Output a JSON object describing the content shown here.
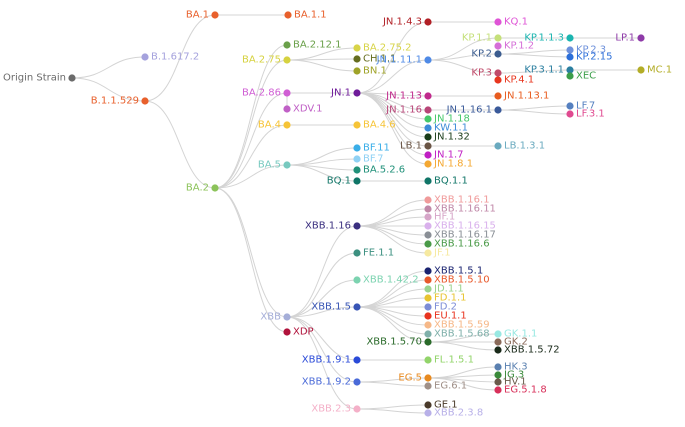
{
  "diagram": {
    "root": "Origin Strain",
    "nodes": [
      {
        "id": "Origin Strain",
        "label": "Origin Strain",
        "color": "#6b6b6b",
        "parent": null,
        "label_side": "left"
      },
      {
        "id": "BA.1",
        "label": "BA.1",
        "color": "#e8602c",
        "parent": "B.1.1.529",
        "label_side": "left"
      },
      {
        "id": "BA.1.1",
        "label": "BA.1.1",
        "color": "#e8602c",
        "parent": "BA.1",
        "label_side": "right"
      },
      {
        "id": "B.1.617.2",
        "label": "B.1.617.2",
        "color": "#a5a2dd",
        "parent": "Origin Strain",
        "label_side": "right"
      },
      {
        "id": "B.1.1.529",
        "label": "B.1.1.529",
        "color": "#e8602c",
        "parent": "Origin Strain",
        "label_side": "left"
      },
      {
        "id": "BA.2",
        "label": "BA.2",
        "color": "#8cc35a",
        "parent": "B.1.1.529",
        "label_side": "left"
      },
      {
        "id": "BA.2.12.1",
        "label": "BA.2.12.1",
        "color": "#6aa04a",
        "parent": "BA.2",
        "label_side": "right"
      },
      {
        "id": "BA.2.75",
        "label": "BA.2.75",
        "color": "#d6d240",
        "parent": "BA.2",
        "label_side": "left"
      },
      {
        "id": "BA.2.75.2",
        "label": "BA.2.75.2",
        "color": "#d8d448",
        "parent": "BA.2.75",
        "label_side": "right"
      },
      {
        "id": "CH.1.1",
        "label": "CH.1.1",
        "color": "#656d1f",
        "parent": "BA.2.75",
        "label_side": "right"
      },
      {
        "id": "BN.1",
        "label": "BN.1",
        "color": "#9fa328",
        "parent": "BA.2.75",
        "label_side": "right"
      },
      {
        "id": "BA.2.86",
        "label": "BA.2.86",
        "color": "#d05fd4",
        "parent": "BA.2",
        "label_side": "left"
      },
      {
        "id": "JN.1",
        "label": "JN.1",
        "color": "#6f1c9a",
        "parent": "BA.2.86",
        "label_side": "left"
      },
      {
        "id": "XDV.1",
        "label": "XDV.1",
        "color": "#c060c6",
        "parent": "BA.2.86",
        "label_side": "right"
      },
      {
        "id": "BA.4",
        "label": "BA.4",
        "color": "#f6c437",
        "parent": "BA.2",
        "label_side": "left"
      },
      {
        "id": "BA.4.6",
        "label": "BA.4.6",
        "color": "#f6c437",
        "parent": "BA.4",
        "label_side": "right"
      },
      {
        "id": "BA.5",
        "label": "BA.5",
        "color": "#78c9bf",
        "parent": "BA.2",
        "label_side": "left"
      },
      {
        "id": "BF.11",
        "label": "BF.11",
        "color": "#3aaee8",
        "parent": "BA.5",
        "label_side": "right"
      },
      {
        "id": "BF.7",
        "label": "BF.7",
        "color": "#8fd1f4",
        "parent": "BA.5",
        "label_side": "right"
      },
      {
        "id": "BA.5.2.6",
        "label": "BA.5.2.6",
        "color": "#21917a",
        "parent": "BA.5",
        "label_side": "right"
      },
      {
        "id": "BQ.1",
        "label": "BQ.1",
        "color": "#107567",
        "parent": "BA.5",
        "label_side": "left"
      },
      {
        "id": "BQ.1.1",
        "label": "BQ.1.1",
        "color": "#107567",
        "parent": "BQ.1",
        "label_side": "right"
      },
      {
        "id": "JN.1.4.3",
        "label": "JN.1.4.3",
        "color": "#b11f25",
        "parent": "JN.1",
        "label_side": "left"
      },
      {
        "id": "KQ.1",
        "label": "KQ.1",
        "color": "#df54d6",
        "parent": "JN.1.4.3",
        "label_side": "right"
      },
      {
        "id": "JN.1.11.1",
        "label": "JN.1.11.1",
        "color": "#4f8ae6",
        "parent": "JN.1",
        "label_side": "left"
      },
      {
        "id": "KP.1.1",
        "label": "KP.1.1",
        "color": "#c5e07a",
        "parent": "JN.1.11.1",
        "label_side": "left"
      },
      {
        "id": "KP.1.1.3",
        "label": "KP.1.1.3",
        "color": "#1bb5b0",
        "parent": "KP.1.1",
        "label_side": "left"
      },
      {
        "id": "LP.1",
        "label": "LP.1",
        "color": "#8e3aa8",
        "parent": "KP.1.1.3",
        "label_side": "left"
      },
      {
        "id": "KP.2",
        "label": "KP.2",
        "color": "#3b5c8f",
        "parent": "JN.1.11.1",
        "label_side": "left"
      },
      {
        "id": "KP.1.2",
        "label": "KP.1.2",
        "color": "#d56fd8",
        "parent": "KP.2",
        "label_side": "right"
      },
      {
        "id": "KP.2.3",
        "label": "KP.2.3",
        "color": "#6d90db",
        "parent": "KP.2",
        "label_side": "right"
      },
      {
        "id": "KP.2.15",
        "label": "KP.2.15",
        "color": "#2c6fd9",
        "parent": "KP.2",
        "label_side": "right"
      },
      {
        "id": "KP.3",
        "label": "KP.3",
        "color": "#c04a6a",
        "parent": "JN.1.11.1",
        "label_side": "left"
      },
      {
        "id": "KP.3.1.1",
        "label": "KP.3.1.1",
        "color": "#2b7fa0",
        "parent": "KP.3",
        "label_side": "left"
      },
      {
        "id": "MC.1",
        "label": "MC.1",
        "color": "#b3ad27",
        "parent": "KP.3.1.1",
        "label_side": "right"
      },
      {
        "id": "XEC",
        "label": "XEC",
        "color": "#3c9e4a",
        "parent": "KP.3.1.1",
        "label_side": "right"
      },
      {
        "id": "KP.4.1",
        "label": "KP.4.1",
        "color": "#e8361f",
        "parent": "KP.3",
        "label_side": "right"
      },
      {
        "id": "JN.1.13",
        "label": "JN.1.13",
        "color": "#c02a8c",
        "parent": "JN.1",
        "label_side": "left"
      },
      {
        "id": "JN.1.13.1",
        "label": "JN.1.13.1",
        "color": "#e85c1f",
        "parent": "JN.1.13",
        "label_side": "right"
      },
      {
        "id": "JN.1.16",
        "label": "JN.1.16",
        "color": "#b84578",
        "parent": "JN.1",
        "label_side": "left"
      },
      {
        "id": "JN.1.16.1",
        "label": "JN.1.16.1",
        "color": "#3a5a9a",
        "parent": "JN.1.16",
        "label_side": "left"
      },
      {
        "id": "LF.7",
        "label": "LF.7",
        "color": "#5580c0",
        "parent": "JN.1.16.1",
        "label_side": "right"
      },
      {
        "id": "LF.3.1",
        "label": "LF.3.1",
        "color": "#e04a90",
        "parent": "JN.1.16.1",
        "label_side": "right"
      },
      {
        "id": "JN.1.18",
        "label": "JN.1.18",
        "color": "#45c86a",
        "parent": "JN.1",
        "label_side": "right"
      },
      {
        "id": "KW.1.1",
        "label": "KW.1.1",
        "color": "#3d8cd8",
        "parent": "JN.1",
        "label_side": "right"
      },
      {
        "id": "JN.1.32",
        "label": "JN.1.32",
        "color": "#1a3d1a",
        "parent": "JN.1",
        "label_side": "right"
      },
      {
        "id": "LB.1",
        "label": "LB.1",
        "color": "#6a5545",
        "parent": "JN.1",
        "label_side": "left"
      },
      {
        "id": "LB.1.3.1",
        "label": "LB.1.3.1",
        "color": "#6aaabf",
        "parent": "LB.1",
        "label_side": "right"
      },
      {
        "id": "JN.1.7",
        "label": "JN.1.7",
        "color": "#c01fc4",
        "parent": "JN.1",
        "label_side": "right"
      },
      {
        "id": "JN.1.8.1",
        "label": "JN.1.8.1",
        "color": "#f4a832",
        "parent": "JN.1",
        "label_side": "right"
      },
      {
        "id": "XBB",
        "label": "XBB",
        "color": "#a5aed8",
        "parent": "BA.2",
        "label_side": "left"
      },
      {
        "id": "XDP",
        "label": "XDP",
        "color": "#b0123b",
        "parent": "BA.2",
        "label_side": "right"
      },
      {
        "id": "XBB.1.16",
        "label": "XBB.1.16",
        "color": "#3a2f7f",
        "parent": "XBB",
        "label_side": "left"
      },
      {
        "id": "XBB.1.16.1",
        "label": "XBB.1.16.1",
        "color": "#f09a9a",
        "parent": "XBB.1.16",
        "label_side": "right"
      },
      {
        "id": "XBB.1.16.11",
        "label": "XBB.1.16.11",
        "color": "#c088a8",
        "parent": "XBB.1.16",
        "label_side": "right"
      },
      {
        "id": "HF.1",
        "label": "HF.1",
        "color": "#d6a5c8",
        "parent": "XBB.1.16",
        "label_side": "right"
      },
      {
        "id": "XBB.1.16.15",
        "label": "XBB.1.16.15",
        "color": "#d9b0ec",
        "parent": "XBB.1.16",
        "label_side": "right"
      },
      {
        "id": "XBB.1.16.17",
        "label": "XBB.1.16.17",
        "color": "#8a8f96",
        "parent": "XBB.1.16",
        "label_side": "right"
      },
      {
        "id": "XBB.1.16.6",
        "label": "XBB.1.16.6",
        "color": "#4a9a48",
        "parent": "XBB.1.16",
        "label_side": "right"
      },
      {
        "id": "JF.1",
        "label": "JF.1",
        "color": "#f6e9a0",
        "parent": "XBB.1.16",
        "label_side": "right"
      },
      {
        "id": "FE.1.1",
        "label": "FE.1.1",
        "color": "#3c9080",
        "parent": "XBB",
        "label_side": "right"
      },
      {
        "id": "XBB.1.42.2",
        "label": "XBB.1.42.2",
        "color": "#7cd3b0",
        "parent": "XBB",
        "label_side": "right"
      },
      {
        "id": "XBB.1.5",
        "label": "XBB.1.5",
        "color": "#3855b5",
        "parent": "XBB",
        "label_side": "left"
      },
      {
        "id": "XBB.1.5.1",
        "label": "XBB.1.5.1",
        "color": "#1a2370",
        "parent": "XBB.1.5",
        "label_side": "right"
      },
      {
        "id": "XBB.1.5.10",
        "label": "XBB.1.5.10",
        "color": "#e8582a",
        "parent": "XBB.1.5",
        "label_side": "right"
      },
      {
        "id": "JD.1.1",
        "label": "JD.1.1",
        "color": "#9ad28e",
        "parent": "XBB.1.5",
        "label_side": "right"
      },
      {
        "id": "FD.1.1",
        "label": "FD.1.1",
        "color": "#e8c430",
        "parent": "XBB.1.5",
        "label_side": "right"
      },
      {
        "id": "FD.2",
        "label": "FD.2",
        "color": "#7c8cd6",
        "parent": "XBB.1.5",
        "label_side": "right"
      },
      {
        "id": "EU.1.1",
        "label": "EU.1.1",
        "color": "#e8331f",
        "parent": "XBB.1.5",
        "label_side": "right"
      },
      {
        "id": "XBB.1.5.59",
        "label": "XBB.1.5.59",
        "color": "#f6b888",
        "parent": "XBB.1.5",
        "label_side": "right"
      },
      {
        "id": "XBB.1.5.68",
        "label": "XBB.1.5.68",
        "color": "#7fb0aa",
        "parent": "XBB.1.5",
        "label_side": "right"
      },
      {
        "id": "XBB.1.5.70",
        "label": "XBB.1.5.70",
        "color": "#2a6a2a",
        "parent": "XBB.1.5",
        "label_side": "left"
      },
      {
        "id": "GK.1.1",
        "label": "GK.1.1",
        "color": "#98e8e2",
        "parent": "XBB.1.5.70",
        "label_side": "right"
      },
      {
        "id": "GK.2",
        "label": "GK.2",
        "color": "#8a6a5a",
        "parent": "XBB.1.5.70",
        "label_side": "right"
      },
      {
        "id": "XBB.1.5.72",
        "label": "XBB.1.5.72",
        "color": "#1a2a1a",
        "parent": "XBB.1.5.70",
        "label_side": "right"
      },
      {
        "id": "XBB.1.9.1",
        "label": "XBB.1.9.1",
        "color": "#2a4ad8",
        "parent": "XBB",
        "label_side": "left"
      },
      {
        "id": "FL.1.5.1",
        "label": "FL.1.5.1",
        "color": "#92d46a",
        "parent": "XBB.1.9.1",
        "label_side": "right"
      },
      {
        "id": "XBB.1.9.2",
        "label": "XBB.1.9.2",
        "color": "#4a6ad8",
        "parent": "XBB",
        "label_side": "left"
      },
      {
        "id": "EG.5",
        "label": "EG.5",
        "color": "#e88a20",
        "parent": "XBB.1.9.2",
        "label_side": "left"
      },
      {
        "id": "HK.3",
        "label": "HK.3",
        "color": "#5a80b0",
        "parent": "EG.5",
        "label_side": "right"
      },
      {
        "id": "JG.3",
        "label": "JG.3",
        "color": "#3a8a3a",
        "parent": "EG.5",
        "label_side": "right"
      },
      {
        "id": "HV.1",
        "label": "HV.1",
        "color": "#6a5a4a",
        "parent": "EG.5",
        "label_side": "right"
      },
      {
        "id": "EG.5.1.8",
        "label": "EG.5.1.8",
        "color": "#d8305a",
        "parent": "EG.5",
        "label_side": "right"
      },
      {
        "id": "EG.6.1",
        "label": "EG.6.1",
        "color": "#a09088",
        "parent": "XBB.1.9.2",
        "label_side": "right"
      },
      {
        "id": "XBB.2.3",
        "label": "XBB.2.3",
        "color": "#f4b0c8",
        "parent": "XBB",
        "label_side": "left"
      },
      {
        "id": "GE.1",
        "label": "GE.1",
        "color": "#4a3a2a",
        "parent": "XBB.2.3",
        "label_side": "right"
      },
      {
        "id": "XBB.2.3.8",
        "label": "XBB.2.3.8",
        "color": "#b8b0e8",
        "parent": "XBB.2.3",
        "label_side": "right"
      }
    ]
  }
}
